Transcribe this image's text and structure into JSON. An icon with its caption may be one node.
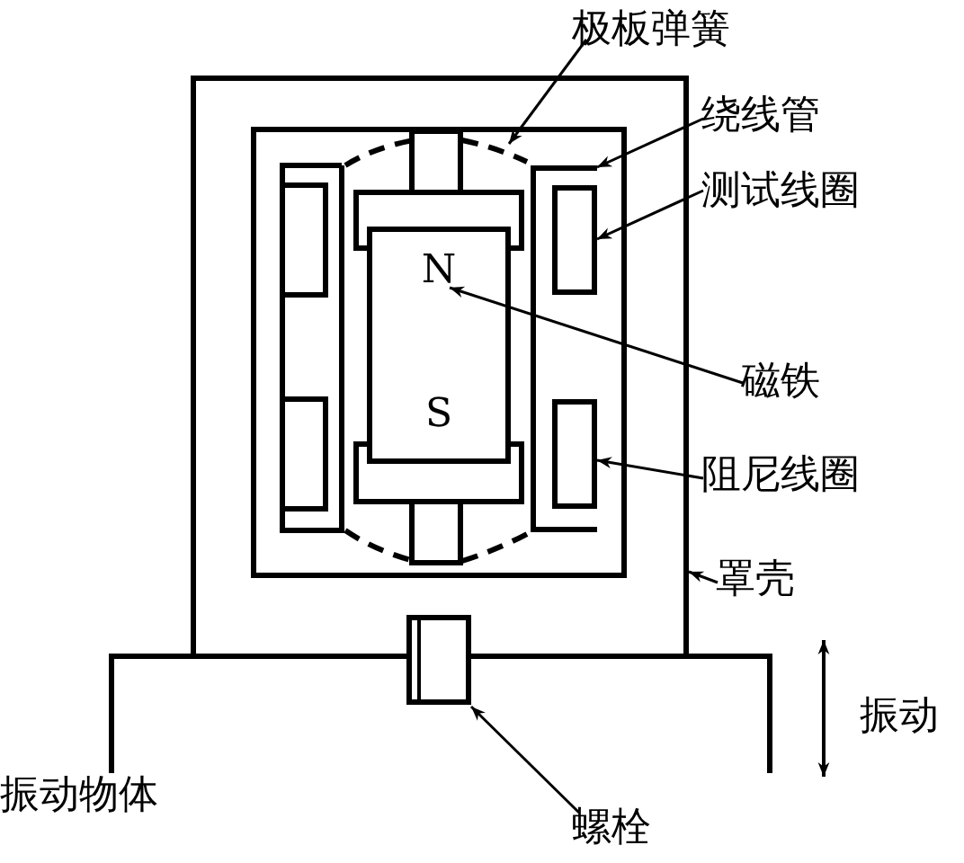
{
  "diagram": {
    "nodes": [
      {
        "text": [],
        "shape": "box"
      },
      {
        "text": [
          "罩壳"
        ]
      },
      {
        "text": [],
        "shape": "line",
        "in": 0
      },
      {
        "text": [
          "极板弹簧"
        ]
      },
      {
        "text": [],
        "shape": "box",
        "in": 0
      },
      {
        "text": [
          "绕线管"
        ]
      },
      {
        "text": [],
        "shape": "box",
        "in": 4
      },
      {
        "text": [
          "测试线圈"
        ]
      },
      {
        "text": [
          "N",
          "S"
        ],
        "in": 0
      },
      {
        "text": [
          "磁铁"
        ]
      },
      {
        "text": [],
        "shape": "box",
        "in": 4
      },
      {
        "text": [
          "阻尼线圈"
        ]
      },
      {
        "text": [],
        "shape": "box"
      },
      {
        "text": [
          "螺栓"
        ]
      }
    ],
    "edges": [
      {
        "from": 1,
        "to": 0,
        "arrow": "to"
      },
      {
        "from": 3,
        "to": 2,
        "arrow": "to"
      },
      {
        "from": 5,
        "to": 4,
        "arrow": "to"
      },
      {
        "from": 7,
        "to": 6,
        "arrow": "to"
      },
      {
        "from": 9,
        "to": 8,
        "arrow": "to"
      },
      {
        "from": 11,
        "to": 10,
        "arrow": "to"
      },
      {
        "from": 13,
        "to": 12,
        "arrow": "to"
      }
    ],
    "labels": [
      "振动",
      "振动物体"
    ]
  }
}
